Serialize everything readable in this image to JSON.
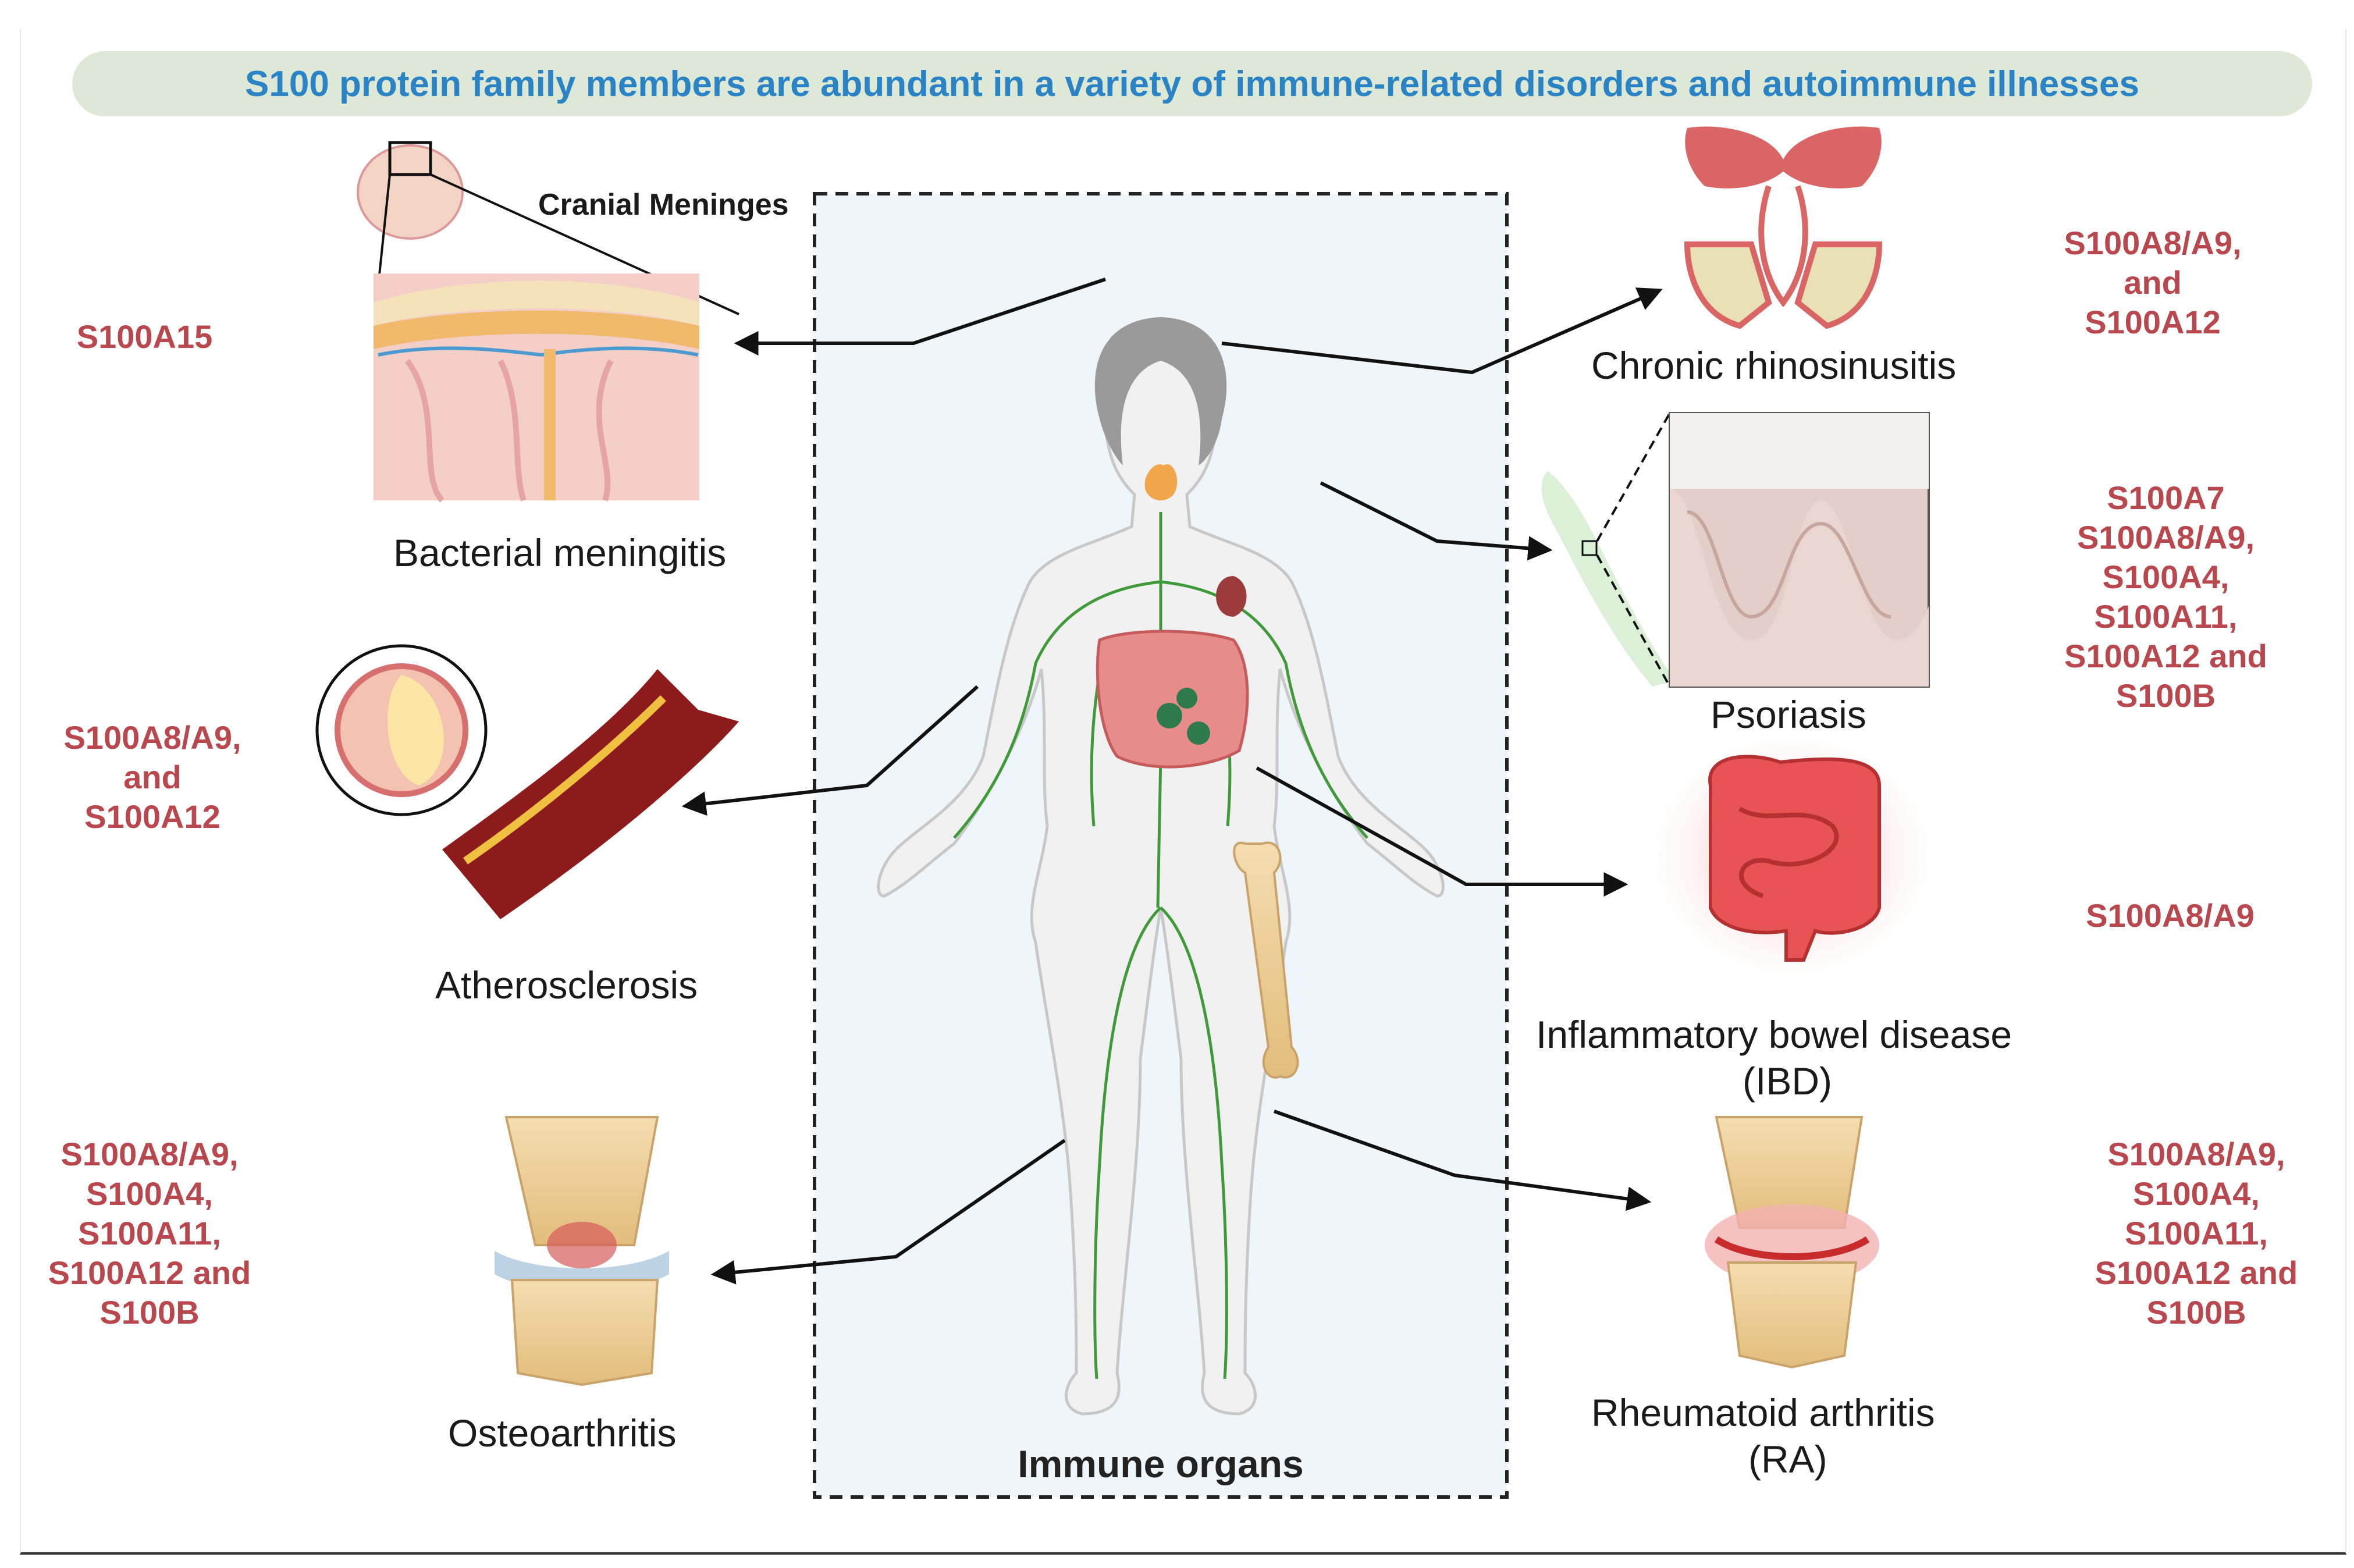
{
  "banner": "S100 protein family members are abundant in a variety of immune-related disorders and autoimmune illnesses",
  "center": {
    "label": "Immune organs"
  },
  "meninges_callout": "Cranial Meninges",
  "diseases": {
    "bacterial_meningitis": {
      "name": "Bacterial meningitis",
      "proteins": "S100A15"
    },
    "atherosclerosis": {
      "name": "Atherosclerosis",
      "proteins": "S100A8/A9,\nand\nS100A12"
    },
    "osteoarthritis": {
      "name": "Osteoarthritis",
      "proteins": "S100A8/A9,\nS100A4,\nS100A11,\nS100A12 and\nS100B"
    },
    "chronic_rhinosinusitis": {
      "name": "Chronic rhinosinusitis",
      "proteins": "S100A8/A9,\nand\nS100A12"
    },
    "psoriasis": {
      "name": "Psoriasis",
      "proteins": "S100A7\nS100A8/A9,\nS100A4,\nS100A11,\nS100A12 and\nS100B"
    },
    "ibd": {
      "name": "Inflammatory bowel disease",
      "abbr": "(IBD)",
      "proteins": "S100A8/A9"
    },
    "rheumatoid_arthritis": {
      "name": "Rheumatoid arthritis",
      "abbr": "(RA)",
      "proteins": "S100A8/A9,\nS100A4,\nS100A11,\nS100A12 and\nS100B"
    }
  },
  "colors": {
    "banner_bg": "#dde9d6",
    "banner_text": "#2a83c4",
    "protein_text": "#b9484e",
    "lymph_green": "#3f9a3a",
    "panel_bg": "#eef6fb"
  },
  "icons": [
    "brain-meninges-illustration",
    "artery-plaque-illustration",
    "knee-osteoarthritis-illustration",
    "sinus-illustration",
    "skin-layers-illustration",
    "colon-illustration",
    "knee-ra-illustration",
    "human-body-lymph-illustration"
  ]
}
